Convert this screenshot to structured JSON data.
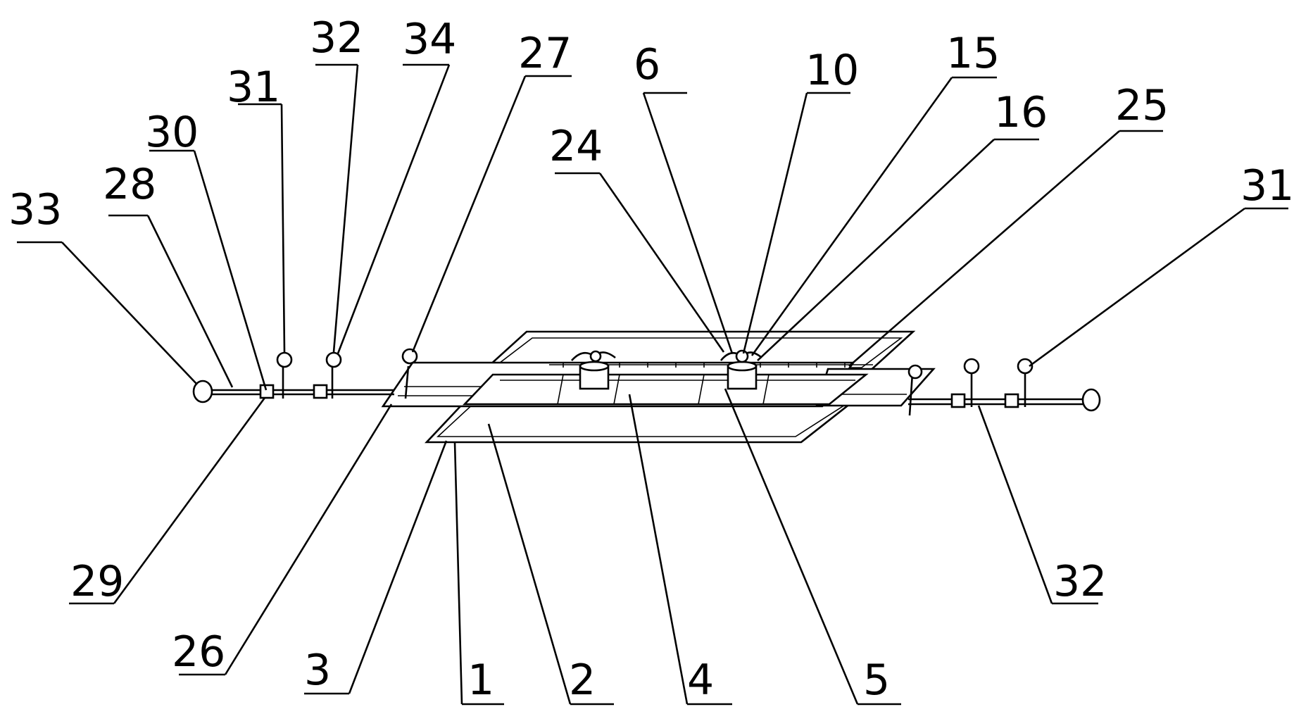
{
  "figure": {
    "labels": {
      "l33": "33",
      "l28": "28",
      "l30": "30",
      "l31a": "31",
      "l32a": "32",
      "l34": "34",
      "l27": "27",
      "l24": "24",
      "l6": "6",
      "l10": "10",
      "l15": "15",
      "l16": "16",
      "l25": "25",
      "l31b": "31",
      "l29": "29",
      "l26": "26",
      "l3": "3",
      "l1": "1",
      "l2": "2",
      "l4": "4",
      "l5": "5",
      "l32b": "32"
    },
    "colors": {
      "ink": "#000000",
      "paper": "#ffffff"
    }
  }
}
